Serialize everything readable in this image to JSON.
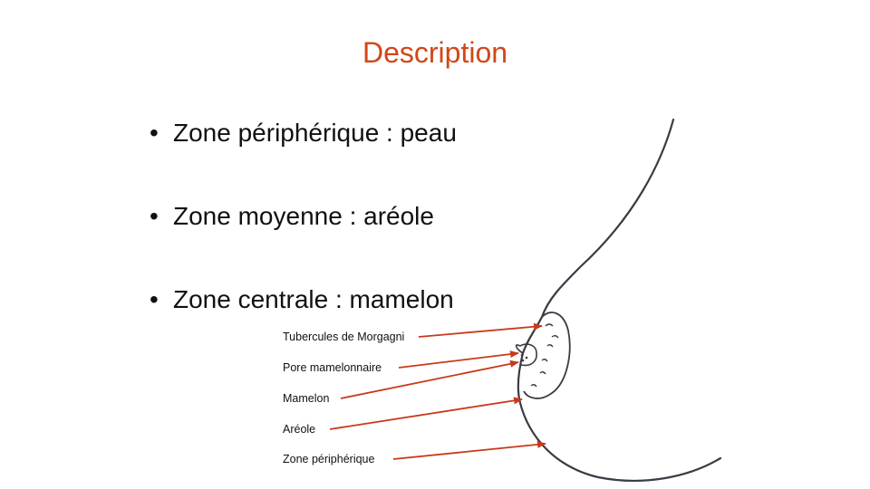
{
  "slide": {
    "title": "Description",
    "bullet_symbol": "•",
    "bullets": [
      "Zone périphérique : peau",
      "Zone moyenne : aréole",
      "Zone centrale : mamelon"
    ]
  },
  "diagram": {
    "labels": [
      "Tubercules de Morgagni",
      "Pore mamelonnaire",
      "Mamelon",
      "Aréole",
      "Zone périphérique"
    ],
    "arrow_color": "#c8391a",
    "outline_color": "#3b3b44"
  }
}
